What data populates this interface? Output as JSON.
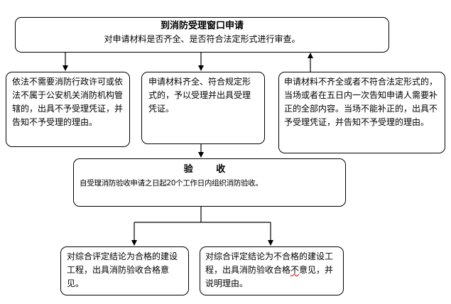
{
  "top_box": {
    "title": "到消防受理窗口申请",
    "body": "对申请材料是否齐全、是否符合法定形式进行审查。"
  },
  "left_box": {
    "text": "依法不需要消防行政许可或依法不属于公安机关消防机构管辖的，出具不予受理凭证，并告知不予受理的理由。"
  },
  "middle_box": {
    "text": "申请材料齐全、符合规定形式的，予以受理并出具受理凭证。"
  },
  "right_box": {
    "text": "申请材料不齐全或者不符合法定形式的，当场或者在五日内一次告知申请人需要补正的全部内容。当场不能补正的，出具不予受理凭证，并告知不予受理的理由。"
  },
  "inspect_box": {
    "title": "验 收",
    "body": "自受理消防验收申请之日起20个工作日内组织消防验收。"
  },
  "pass_box": {
    "text": "对综合评定结论为合格的建设工程，出具消防验收合格意见。"
  },
  "fail_box": {
    "text_a": "对综合评定结论为不合格的建设工程，出具消防验收合格",
    "text_b": "不",
    "text_c": "意见，并说明理由。"
  },
  "colors": {
    "line": "#000000",
    "background": "#ffffff",
    "annotation_underline": "#cc0000"
  }
}
